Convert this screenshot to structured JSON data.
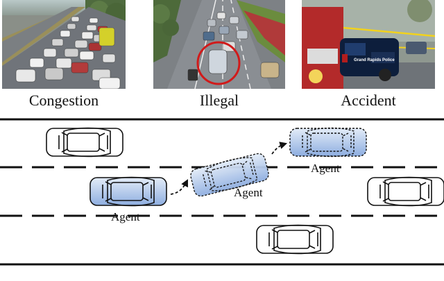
{
  "photos": [
    {
      "caption": "Congestion"
    },
    {
      "caption": "Illegal"
    },
    {
      "caption": "Accident",
      "sign_text": "Grand Rapids Police"
    }
  ],
  "diagram": {
    "agent_label": "Agent",
    "colors": {
      "agent_fill_top": "#dce8f7",
      "agent_fill_bottom": "#8eaee0",
      "car_outline": "#111111",
      "lane_line": "#111111"
    }
  }
}
